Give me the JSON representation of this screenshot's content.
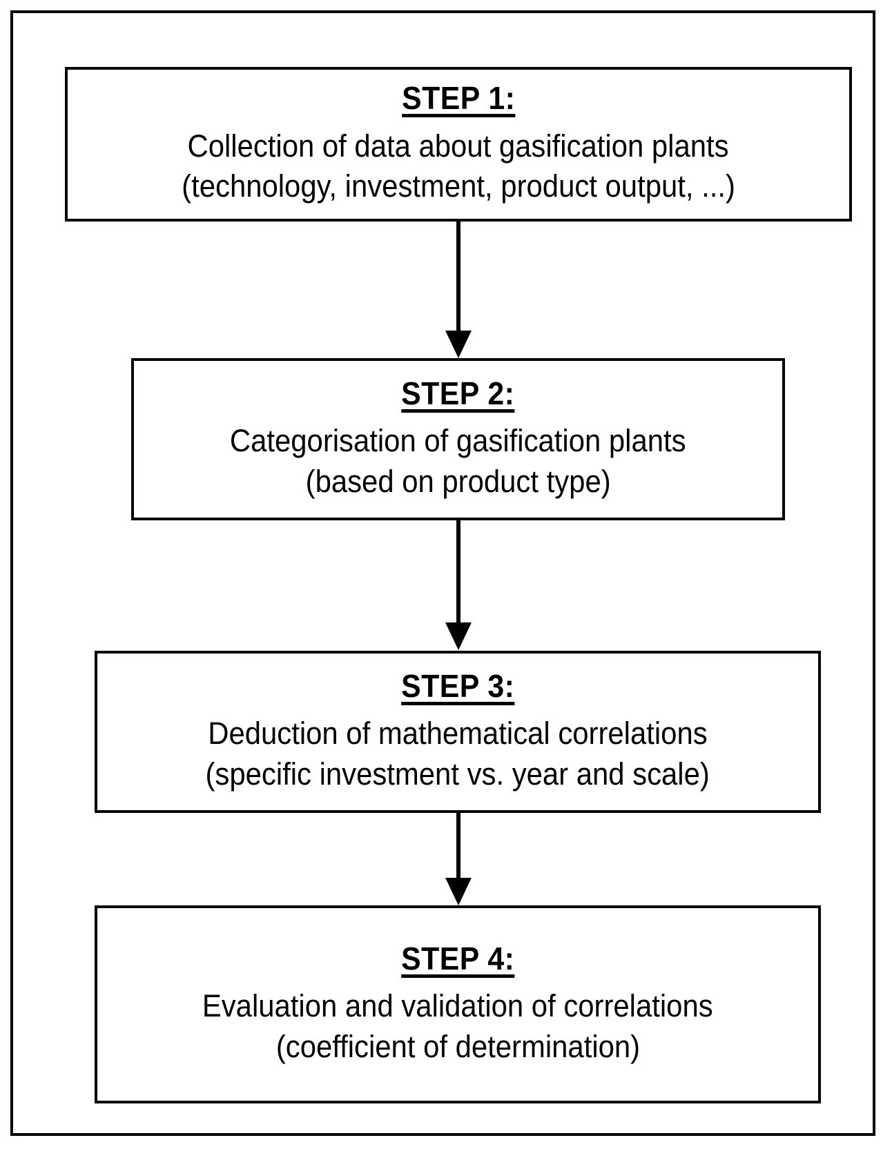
{
  "diagram": {
    "type": "flowchart",
    "orientation": "vertical",
    "colors": {
      "line": "#000000",
      "background": "#ffffff",
      "text": "#000000"
    },
    "steps": [
      {
        "title": "STEP 1:",
        "line1": "Collection of data about gasification plants",
        "line2": "(technology, investment, product output, ...)"
      },
      {
        "title": "STEP 2:",
        "line1": "Categorisation of gasification plants",
        "line2": "(based on product type)"
      },
      {
        "title": "STEP 3:",
        "line1": "Deduction of mathematical correlations",
        "line2": "(specific investment vs. year and scale)"
      },
      {
        "title": "STEP 4:",
        "line1": "Evaluation and validation of correlations",
        "line2": "(coefficient of determination)"
      }
    ],
    "connectors": [
      {
        "from": "STEP 1:",
        "to": "STEP 2:",
        "glyph": "down-arrow"
      },
      {
        "from": "STEP 2:",
        "to": "STEP 3:",
        "glyph": "down-arrow"
      },
      {
        "from": "STEP 3:",
        "to": "STEP 4:",
        "glyph": "down-arrow"
      }
    ]
  }
}
